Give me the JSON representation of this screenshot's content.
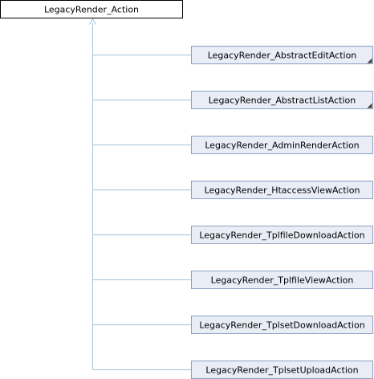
{
  "diagram": {
    "type": "class-inheritance",
    "colors": {
      "base_fill": "#ffffff",
      "base_border": "#000000",
      "child_fill": "#e8edf6",
      "child_border": "#8ca0c4",
      "connector": "#9fc3d9",
      "fold_marker": "#404040"
    },
    "base": {
      "label": "LegacyRender_Action"
    },
    "children": [
      {
        "label": "LegacyRender_AbstractEditAction",
        "has_subclasses": true
      },
      {
        "label": "LegacyRender_AbstractListAction",
        "has_subclasses": true
      },
      {
        "label": "LegacyRender_AdminRenderAction",
        "has_subclasses": false
      },
      {
        "label": "LegacyRender_HtaccessViewAction",
        "has_subclasses": false
      },
      {
        "label": "LegacyRender_TplfileDownloadAction",
        "has_subclasses": false
      },
      {
        "label": "LegacyRender_TplfileViewAction",
        "has_subclasses": false
      },
      {
        "label": "LegacyRender_TplsetDownloadAction",
        "has_subclasses": false
      },
      {
        "label": "LegacyRender_TplsetUploadAction",
        "has_subclasses": false
      }
    ]
  }
}
